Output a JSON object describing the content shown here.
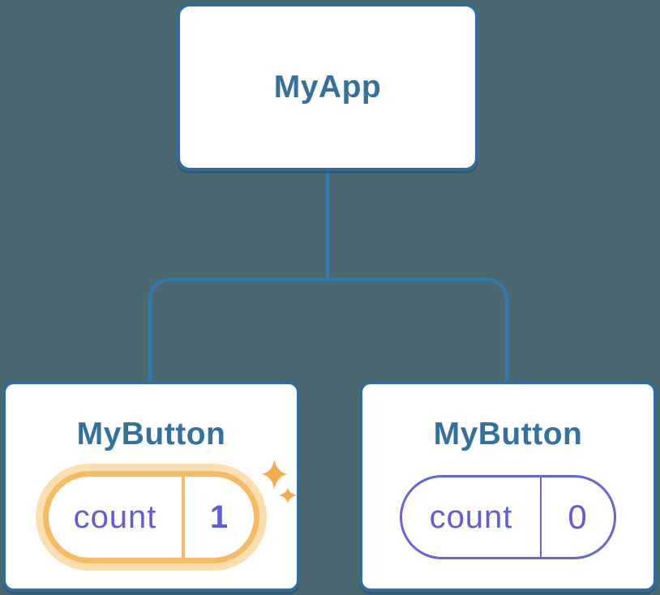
{
  "diagram": {
    "type": "component-tree",
    "root": {
      "label": "MyApp"
    },
    "children": [
      {
        "label": "MyButton",
        "state": {
          "key": "count",
          "value": "1"
        },
        "highlighted": true
      },
      {
        "label": "MyButton",
        "state": {
          "key": "count",
          "value": "0"
        },
        "highlighted": false
      }
    ],
    "colors": {
      "background": "#4b6770",
      "connector": "#2e7bb3",
      "node_border": "#306d9c",
      "node_label": "#33719f",
      "state_text": "#5e5edb",
      "state_pill_border": "#6666d8",
      "highlight_border": "#f7bc63",
      "highlight_glow": "#fcdfb0",
      "sparkle": "#f5ab4a"
    }
  }
}
